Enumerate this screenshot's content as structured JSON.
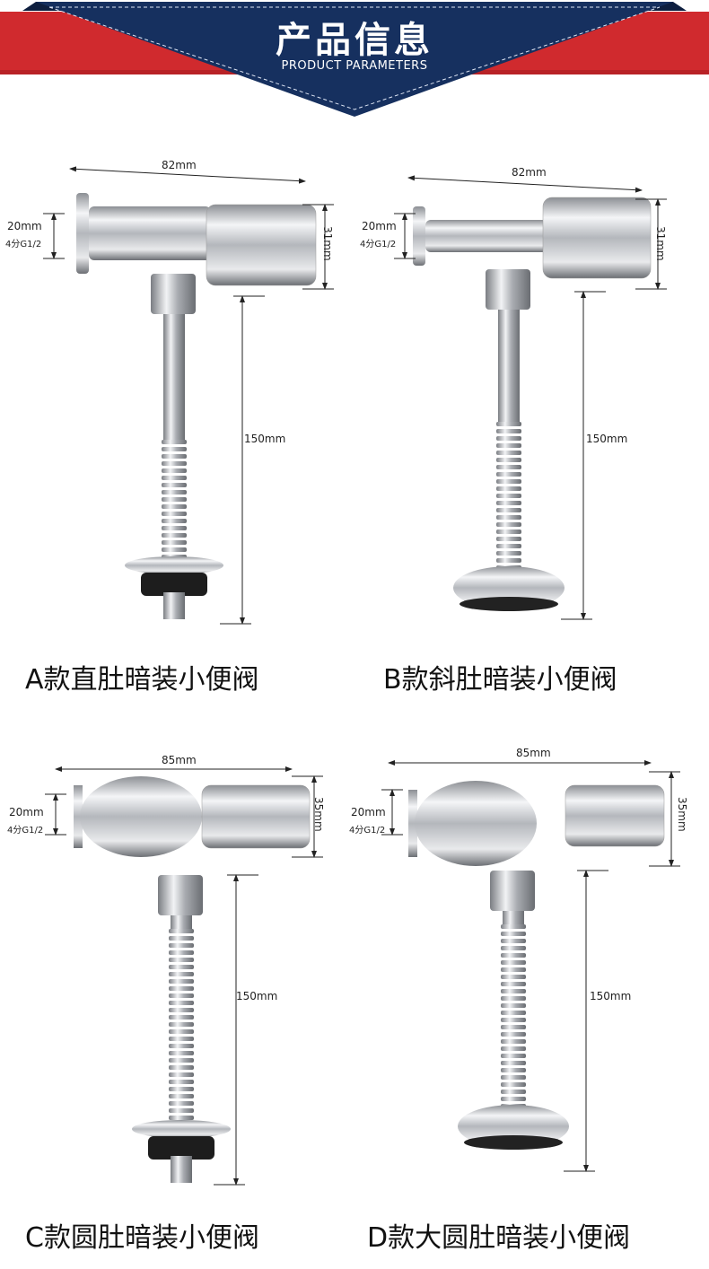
{
  "header": {
    "title": "产品信息",
    "subtitle": "PRODUCT PARAMETERS"
  },
  "colors": {
    "banner_red": "#d02a2e",
    "banner_navy": "#16305f"
  },
  "products": [
    {
      "caption": "A款直肚暗装小便阀",
      "width": "82mm",
      "inlet": "20mm",
      "thread": "4分G1/2",
      "height": "31mm",
      "length": "150mm"
    },
    {
      "caption": "B款斜肚暗装小便阀",
      "width": "82mm",
      "inlet": "20mm",
      "thread": "4分G1/2",
      "height": "31mm",
      "length": "150mm"
    },
    {
      "caption": "C款圆肚暗装小便阀",
      "width": "85mm",
      "inlet": "20mm",
      "thread": "4分G1/2",
      "height": "35mm",
      "length": "150mm"
    },
    {
      "caption": "D款大圆肚暗装小便阀",
      "width": "85mm",
      "inlet": "20mm",
      "thread": "4分G1/2",
      "height": "35mm",
      "length": "150mm"
    }
  ]
}
